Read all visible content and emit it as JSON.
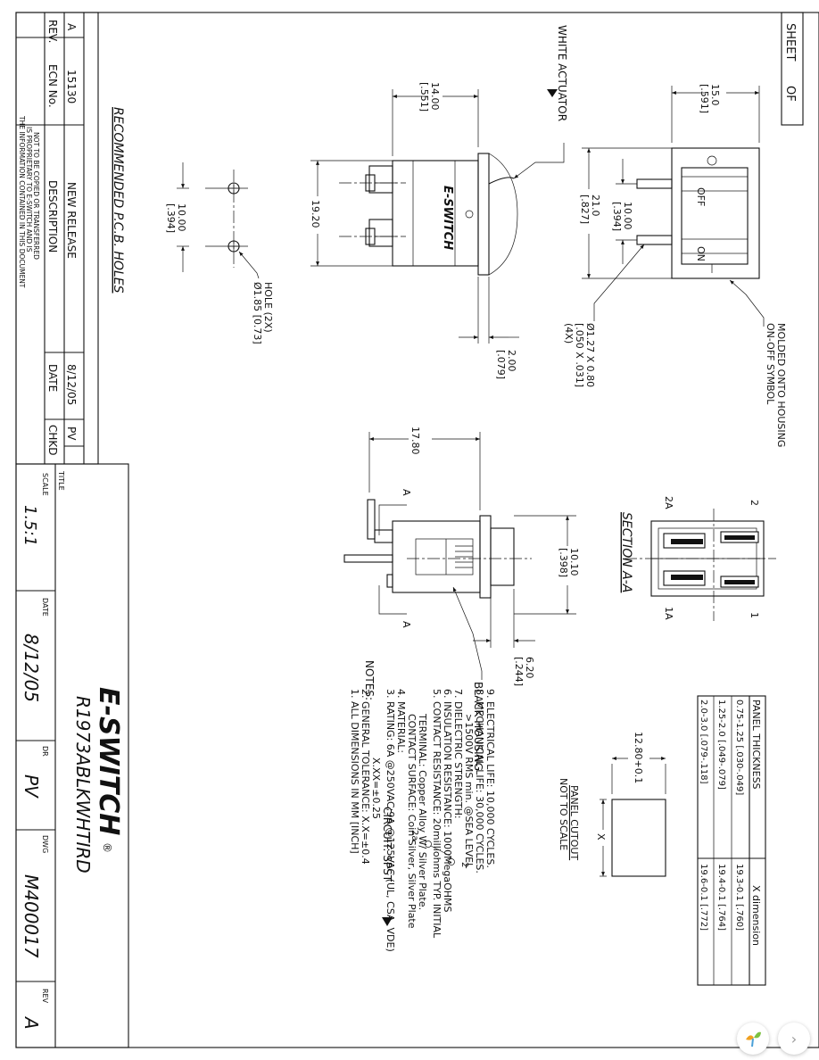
{
  "sheet": {
    "sheet_label": "SHEET",
    "of_label": "OF"
  },
  "revision_block": {
    "rev_header": "REV.",
    "ecn_header": "ECN No.",
    "desc_header": "DESCRIPTION",
    "date_header": "DATE",
    "chkd_header": "CHKD",
    "rev": "A",
    "ecn": "15130",
    "description": "NEW RELEASE",
    "date": "8/12/05",
    "chkd": "PV"
  },
  "proprietary": [
    "THE INFORMATION CONTAINED IN THIS DOCUMENT",
    "IS PROPRIETARY TO E-SWITCH AND IS",
    "NOT TO BE COPIED OR TRANSFERRED"
  ],
  "title_block": {
    "title_label": "TITLE",
    "title": "R1973ABLKWHTIRD",
    "scale_label": "SCALE",
    "scale": "1.5:1",
    "date_label": "DATE",
    "date": "8/12/05",
    "dr_label": "DR",
    "dr": "PV",
    "dwg_label": "DWG",
    "dwg": "M400017",
    "rev_label": "REV",
    "rev": "A",
    "logo_text": "E-SWITCH",
    "registered": "®"
  },
  "top_view": {
    "actuator_label": "WHITE ACTUATOR",
    "brand_mark": "E-SWITCH",
    "dim_width": "14.00",
    "dim_width_in": "[.551]",
    "dim_length": "19.20",
    "dim_thk": "2.00",
    "dim_thk_in": "[.079]"
  },
  "front_view": {
    "dim_15": "15.0",
    "dim_15_in": "[.591]",
    "dim_21": "21.0",
    "dim_21_in": "[.827]",
    "dim_10": "10.00",
    "dim_10_in": "[.394]",
    "off_text": "OFF",
    "on_text": "ON",
    "onoff_note": [
      "ON-OFF SYMBOL",
      "MOLDED ONTO HOUSING"
    ],
    "terminal_note": [
      "Ø1.27 X 0.80",
      "[.050 X .031]",
      "(4X)"
    ]
  },
  "pcb": {
    "title": "RECOMMENDED P.C.B. HOLES",
    "dim": "10.00",
    "dim_in": "[.394]",
    "hole_note": [
      "Ø1.85 [0.73]",
      "HOLE (2X)"
    ]
  },
  "side_view": {
    "dim_1780": "17.80",
    "dim_1010": "10.10",
    "dim_1010_in": "[.398]",
    "dim_620": "6.20",
    "dim_620_in": "[.244]",
    "section_mark": "A",
    "housing_label": "BLACK HOUSING"
  },
  "section": {
    "title": "SECTION A-A",
    "labels": {
      "t2": "2",
      "t2a": "2A",
      "t1": "1",
      "t1a": "1A"
    }
  },
  "panel_table": {
    "header": [
      "PANEL THICKNESS",
      "X dimension"
    ],
    "rows": [
      [
        "0.75-1.25 [.030-.049]",
        "19.3-0.1 [.760]"
      ],
      [
        "1.25-2.0  [.049-.079]",
        "19.4-0.1 [.764]"
      ],
      [
        "2.0-3.0   [.079-.118]",
        "19.6-0.1 [.772]"
      ]
    ]
  },
  "panel_cutout": {
    "dim": "12.80+0.1",
    "x_label": "X",
    "label": [
      "PANEL CUTOUT",
      "NOT TO SCALE"
    ]
  },
  "circuit": {
    "label": "CIRCUIT:  SPST",
    "term_2": "2",
    "term_2a": "2a"
  },
  "notes": {
    "heading": "NOTES:",
    "lines": [
      "1. ALL DIMENSIONS IN MM [INCH]",
      "2. GENERAL TOLERANCE: X.X=±0.4",
      "                      X.XX=±0.25",
      "3. RATING: 6A @250VAC;9A @125VAC (UL, CSA, VDE)",
      "4. MATERIAL:",
      "        CONTACT SURFACE: Coin Silver, Silver Plate",
      "        TERMINAL: Copper Alloy W/ Silver Plate.",
      "5. CONTACT RESISTANCE: 20milliohms TYP. INITIAL",
      "6. INSULATION RESISTANCE: 1000MegaOHMS",
      "7. DIELECTRIC STRENGTH:",
      "        >1500V RMS min. @SEA LEVEL",
      "8. MECHANICAL LIFE: 30,000 CYCLES.",
      "9. ELECTRICAL LIFE: 10,000 CYCLES."
    ]
  },
  "viewer": {
    "next_glyph": "›",
    "logo": "app-logo"
  }
}
